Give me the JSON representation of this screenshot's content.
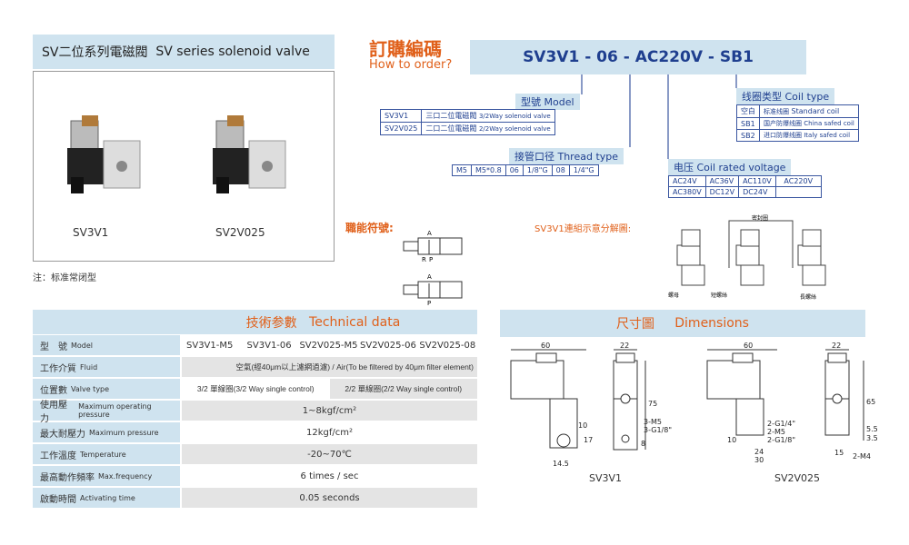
{
  "product": {
    "title_cn": "SV二位系列電磁閥",
    "title_en": "SV series solenoid valve",
    "models": [
      "SV3V1",
      "SV2V025"
    ],
    "note": "注：标准常闭型"
  },
  "order": {
    "title_cn": "訂購編碼",
    "title_en": "How to order?",
    "code": "SV3V1 - 06 - AC220V - SB1",
    "model": {
      "title": "型號 Model",
      "rows": [
        [
          "SV3V1",
          "三口二位電磁閥",
          "3/2Way  solenoid valve"
        ],
        [
          "SV2V025",
          "二口二位電磁閥",
          "2/2Way  solenoid valve"
        ]
      ]
    },
    "thread": {
      "title": "接管口径 Thread type",
      "cells": [
        "M5",
        "M5*0.8",
        "06",
        "1/8\"G",
        "08",
        "1/4\"G"
      ]
    },
    "coil": {
      "title": "线圈类型 Coil type",
      "rows": [
        [
          "空白",
          "标准线圈",
          "Standard coil"
        ],
        [
          "SB1",
          "国产防爆线圈",
          "China safed coil"
        ],
        [
          "SB2",
          "进口防爆线圈",
          "Italy safed coil"
        ]
      ]
    },
    "voltage": {
      "title": "电压 Coil rated voltage",
      "rows": [
        [
          "AC24V",
          "AC36V",
          "AC110V",
          "AC220V"
        ],
        [
          "AC380V",
          "DC12V",
          "DC24V",
          ""
        ]
      ]
    }
  },
  "symbol": {
    "title": "職能符號:",
    "labels": [
      "A",
      "R",
      "P",
      "A",
      "P"
    ]
  },
  "exploded": {
    "title": "SV3V1連組示意分解圖:",
    "labels": [
      "密封圈",
      "螺母",
      "短螺絲",
      "長螺絲"
    ]
  },
  "tech": {
    "title_cn": "技術参數",
    "title_en": "Technical data",
    "model_label": [
      "型　號",
      "Model"
    ],
    "models": [
      "SV3V1-M5",
      "SV3V1-06",
      "SV2V025-M5",
      "SV2V025-06",
      "SV2V025-08"
    ],
    "rows": [
      {
        "cn": "工作介質",
        "en": "Fluid",
        "value": "空氣(經40μm以上濾網過濾) /  Air(To be filtered by 40μm filter element)"
      },
      {
        "cn": "位置數",
        "en": "Valve type",
        "values": [
          "3/2 單線圈(3/2 Way single control)",
          "2/2 單線圈(2/2 Way single control)"
        ]
      },
      {
        "cn": "使用壓力",
        "en": "Maximum operating pressure",
        "value": "1~8kgf/cm²"
      },
      {
        "cn": "最大耐壓力",
        "en": "Maximum pressure",
        "value": "12kgf/cm²"
      },
      {
        "cn": "工作溫度",
        "en": "Temperature",
        "value": "-20~70℃"
      },
      {
        "cn": "最高動作頻率",
        "en": "Max.frequency",
        "value": "6 times / sec"
      },
      {
        "cn": "啟動時間",
        "en": "Activating time",
        "value": "0.05 seconds"
      }
    ]
  },
  "dimensions": {
    "title_cn": "尺寸圖",
    "title_en": "Dimensions",
    "sv3v1": {
      "name": "SV3V1",
      "dims": [
        "60",
        "22",
        "75",
        "10",
        "17",
        "14.5",
        "3-M5",
        "3-G1/8\"",
        "8"
      ]
    },
    "sv2v025": {
      "name": "SV2V025",
      "dims": [
        "60",
        "22",
        "65",
        "10",
        "2-G1/4\"",
        "2-M5",
        "2-G1/8\"",
        "24",
        "30",
        "15",
        "5.5",
        "3.5",
        "2-M4"
      ]
    }
  },
  "colors": {
    "accent_blue": "#1f3f8f",
    "accent_orange": "#e0601a",
    "header_bg": "#cfe3ef"
  }
}
